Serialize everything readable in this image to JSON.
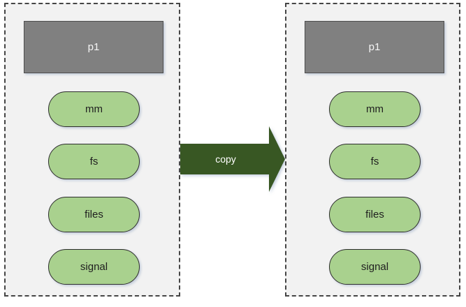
{
  "diagram": {
    "left_panel": {
      "process_label": "p1",
      "items": [
        "mm",
        "fs",
        "files",
        "signal"
      ]
    },
    "right_panel": {
      "process_label": "p1",
      "items": [
        "mm",
        "fs",
        "files",
        "signal"
      ]
    },
    "arrow_label": "copy",
    "colors": {
      "panel_bg": "#f2f2f2",
      "panel_border": "#454545",
      "process_fill": "#808080",
      "process_border": "#4d4d4d",
      "process_text": "#f5f5f5",
      "pill_fill": "#a9d18e",
      "pill_border": "#2d2d2d",
      "pill_text": "#1f1f1f",
      "arrow_fill": "#385723",
      "arrow_text": "#ffffff"
    }
  }
}
